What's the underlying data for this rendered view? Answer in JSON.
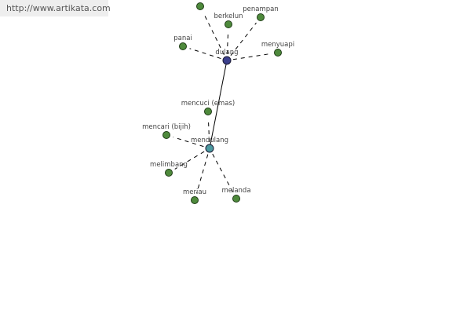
{
  "site_url": "http://www.artikata.com",
  "colors": {
    "hub_primary": "#3b3f8c",
    "hub_secondary": "#4c9aa0",
    "leaf": "#4e8a3c",
    "edge": "#000000"
  },
  "graph": {
    "hubs": [
      {
        "id": "dulang",
        "label": "dulang"
      },
      {
        "id": "mendulang",
        "label": "mendulang"
      }
    ],
    "hub_edge": [
      "dulang",
      "mendulang"
    ],
    "leaves": [
      {
        "id": "top",
        "label": null,
        "parent": "dulang"
      },
      {
        "id": "berkelun",
        "label": "berkelun",
        "parent": "dulang"
      },
      {
        "id": "penampan",
        "label": "penampan",
        "parent": "dulang"
      },
      {
        "id": "panai",
        "label": "panai",
        "parent": "dulang"
      },
      {
        "id": "menyuapi",
        "label": "menyuapi",
        "parent": "dulang"
      },
      {
        "id": "mencuci",
        "label": "mencuci (emas)",
        "parent": "mendulang"
      },
      {
        "id": "mencari",
        "label": "mencari (bijih)",
        "parent": "mendulang"
      },
      {
        "id": "melimbang",
        "label": "melimbang",
        "parent": "mendulang"
      },
      {
        "id": "meriau",
        "label": "meriau",
        "parent": "mendulang"
      },
      {
        "id": "melanda",
        "label": "melanda",
        "parent": "mendulang"
      }
    ]
  }
}
